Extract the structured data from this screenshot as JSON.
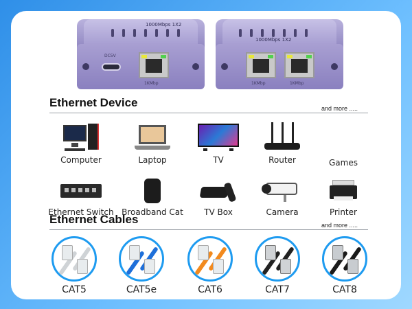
{
  "hero": {
    "left_box": {
      "top_label": "1000Mbps 1X2",
      "port_label": "1KMbp",
      "power_label": "DC5V"
    },
    "right_box": {
      "top_label": "1000Mbps 1X2",
      "port1_label": "1KMbp",
      "port2_label": "1KMbp"
    },
    "chassis_color": "#8d84bf"
  },
  "devices": {
    "title": "Ethernet Device",
    "more": "and more .....",
    "items": [
      {
        "label": "Computer",
        "icon": "computer-icon"
      },
      {
        "label": "Laptop",
        "icon": "laptop-icon"
      },
      {
        "label": "TV",
        "icon": "tv-icon"
      },
      {
        "label": "Router",
        "icon": "router-icon"
      },
      {
        "label": "Games",
        "icon": ""
      },
      {
        "label": "Ethernet Switch",
        "icon": "switch-icon"
      },
      {
        "label": "Broadband Cat",
        "icon": "modem-icon"
      },
      {
        "label": "TV Box",
        "icon": "tvbox-icon"
      },
      {
        "label": "Camera",
        "icon": "camera-icon"
      },
      {
        "label": "Printer",
        "icon": "printer-icon"
      }
    ]
  },
  "cables": {
    "title": "Ethernet Cables",
    "more": "and more .....",
    "ring_color": "#1e9bf0",
    "items": [
      {
        "label": "CAT5",
        "color": "#cfd3d6"
      },
      {
        "label": "CAT5e",
        "color": "#1e6fd9"
      },
      {
        "label": "CAT6",
        "color": "#f28a1e"
      },
      {
        "label": "CAT7",
        "color": "#222222"
      },
      {
        "label": "CAT8",
        "color": "#1a1a1a"
      }
    ]
  }
}
